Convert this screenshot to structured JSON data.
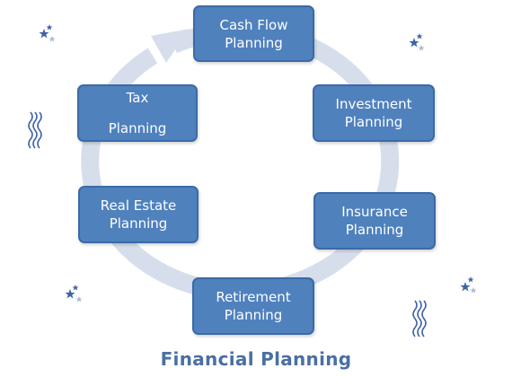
{
  "title": "Financial Planning",
  "colors": {
    "node_fill": "#4f81bd",
    "node_border": "#3a6aa8",
    "ring": "#d6deec",
    "title": "#4a6fa5",
    "decor_dark": "#3f63a8",
    "decor_light": "#a8b8d8"
  },
  "nodes": [
    {
      "id": "cashflow",
      "line1": "Cash Flow",
      "line2": "Planning"
    },
    {
      "id": "investment",
      "line1": "Investment",
      "line2": "Planning"
    },
    {
      "id": "insurance",
      "line1": "Insurance",
      "line2": "Planning"
    },
    {
      "id": "retirement",
      "line1": "Retirement",
      "line2": "Planning"
    },
    {
      "id": "realestate",
      "line1": "Real Estate",
      "line2": "Planning"
    },
    {
      "id": "tax",
      "line1": "Tax",
      "line2": "Planning"
    }
  ],
  "decorations": [
    "star-icon",
    "wave-icon"
  ]
}
